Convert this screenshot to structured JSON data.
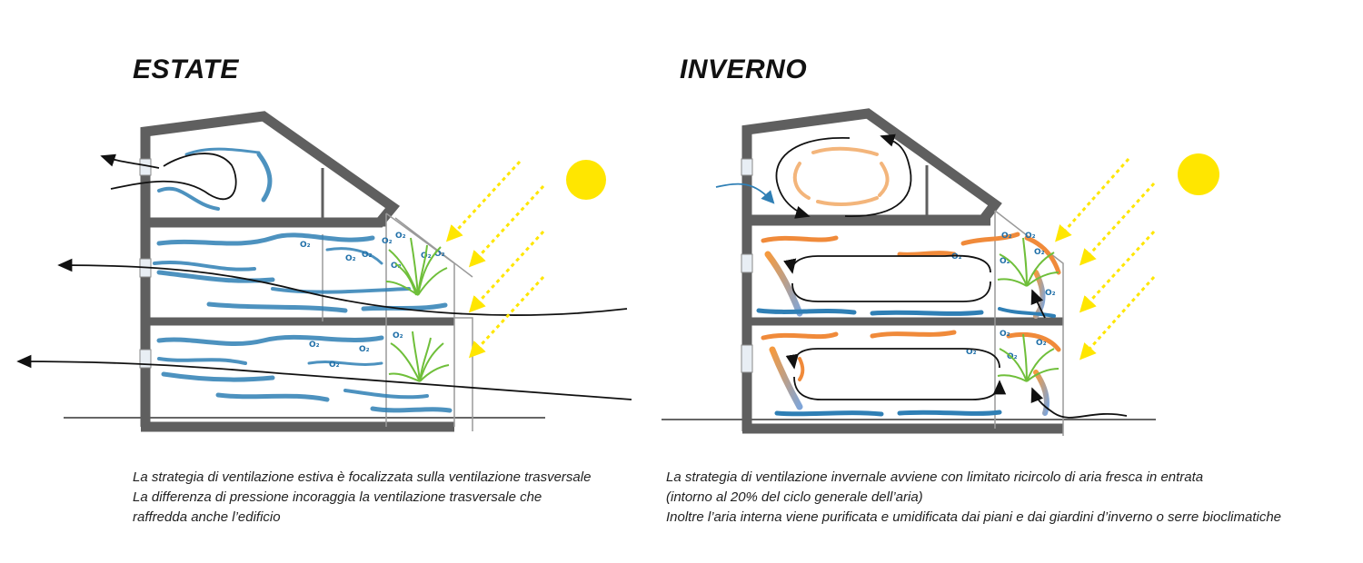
{
  "panels": [
    {
      "title": "ESTATE",
      "caption": [
        "La strategia di ventilazione estiva è focalizzata sulla ventilazione trasversale",
        "La differenza di pressione incoraggia la ventilazione trasversale che",
        "raffredda anche l’edificio"
      ]
    },
    {
      "title": "INVERNO",
      "caption": [
        "La strategia di ventilazione invernale avviene con limitato ricircolo di aria fresca in entrata",
        "(intorno al 20% del ciclo generale dell’aria)",
        "Inoltre l’aria interna viene purificata e umidificata dai piani e dai giardini d’inverno o serre bioclimatiche"
      ]
    }
  ],
  "o2_label": "O2",
  "colors": {
    "wall": "#5f5f5f",
    "sun": "#ffe600",
    "summer_air": "#2f7fb5",
    "winter_warm": "#f08a3a",
    "winter_cool": "#2f7fb5",
    "plant": "#6fbf3a"
  }
}
